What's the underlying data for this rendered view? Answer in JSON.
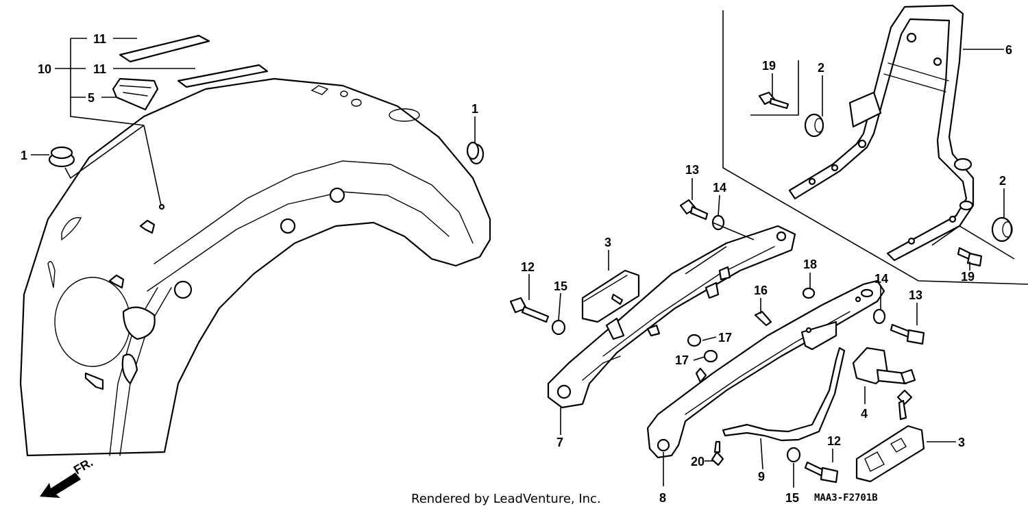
{
  "callouts": {
    "c1a": "1",
    "c1b": "1",
    "c2a": "2",
    "c2b": "2",
    "c3a": "3",
    "c3b": "3",
    "c4": "4",
    "c5": "5",
    "c6": "6",
    "c7": "7",
    "c8": "8",
    "c9": "9",
    "c10": "10",
    "c11a": "11",
    "c11b": "11",
    "c12a": "12",
    "c12b": "12",
    "c13a": "13",
    "c13b": "13",
    "c14a": "14",
    "c14b": "14",
    "c15a": "15",
    "c15b": "15",
    "c16": "16",
    "c17a": "17",
    "c17b": "17",
    "c18": "18",
    "c19a": "19",
    "c19b": "19",
    "c20": "20"
  },
  "direction_label": "FR.",
  "credit": "Rendered by LeadVenture, Inc.",
  "diagram_code": "MAA3-F2701B"
}
